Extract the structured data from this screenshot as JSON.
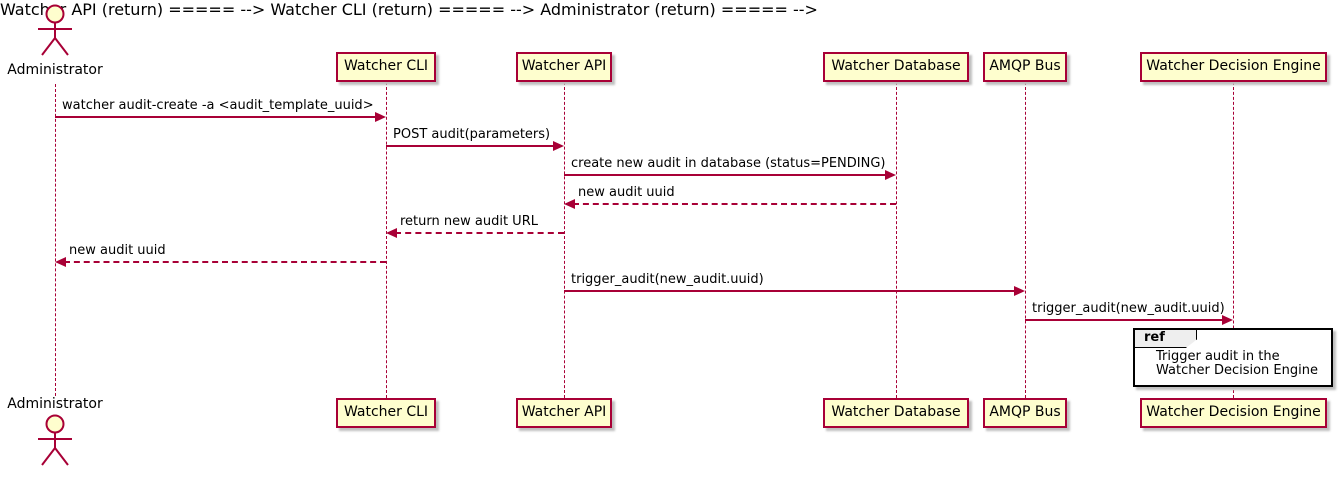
{
  "diagram": {
    "type": "sequence-diagram",
    "colors": {
      "participant_fill": "#FEFECE",
      "participant_border": "#A80036",
      "line_color": "#A80036",
      "text_color": "#000000",
      "ref_fill": "#FFFFFF",
      "ref_border": "#000000",
      "ref_tab_fill": "#EEEEEE"
    },
    "actor": {
      "name": "Administrator"
    },
    "participants": [
      {
        "name": "Watcher CLI"
      },
      {
        "name": "Watcher API"
      },
      {
        "name": "Watcher Database"
      },
      {
        "name": "AMQP Bus"
      },
      {
        "name": "Watcher Decision Engine"
      }
    ],
    "messages": [
      {
        "label": "watcher audit-create -a <audit_template_uuid>",
        "from": "Administrator",
        "to": "Watcher CLI",
        "style": "solid"
      },
      {
        "label": "POST audit(parameters)",
        "from": "Watcher CLI",
        "to": "Watcher API",
        "style": "solid"
      },
      {
        "label": "create new audit in database (status=PENDING)",
        "from": "Watcher API",
        "to": "Watcher Database",
        "style": "solid"
      },
      {
        "label": "new audit uuid",
        "from": "Watcher Database",
        "to": "Watcher API",
        "style": "dashed"
      },
      {
        "label": "return new audit URL",
        "from": "Watcher API",
        "to": "Watcher CLI",
        "style": "dashed"
      },
      {
        "label": "new audit uuid",
        "from": "Watcher CLI",
        "to": "Administrator",
        "style": "dashed"
      },
      {
        "label": "trigger_audit(new_audit.uuid)",
        "from": "Watcher API",
        "to": "AMQP Bus",
        "style": "solid"
      },
      {
        "label": "trigger_audit(new_audit.uuid)",
        "from": "AMQP Bus",
        "to": "Watcher Decision Engine",
        "style": "solid"
      }
    ],
    "ref": {
      "keyword": "ref",
      "text_line1": "Trigger audit in the",
      "text_line2": "Watcher Decision Engine"
    }
  }
}
